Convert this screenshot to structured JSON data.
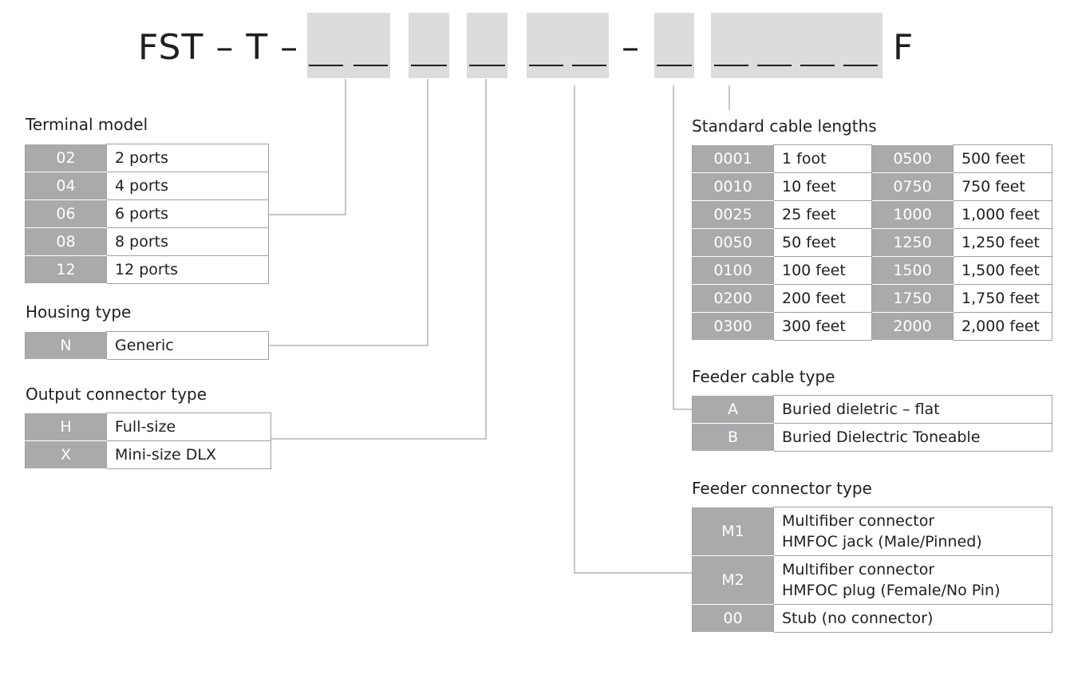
{
  "part_number": {
    "prefix": "FST – T –",
    "separator": "–",
    "suffix": "F"
  },
  "sections": {
    "terminal_model": {
      "title": "Terminal model",
      "rows": [
        {
          "code": "02",
          "desc": "2 ports"
        },
        {
          "code": "04",
          "desc": "4 ports"
        },
        {
          "code": "06",
          "desc": "6 ports"
        },
        {
          "code": "08",
          "desc": "8 ports"
        },
        {
          "code": "12",
          "desc": "12 ports"
        }
      ]
    },
    "housing_type": {
      "title": "Housing type",
      "rows": [
        {
          "code": "N",
          "desc": "Generic"
        }
      ]
    },
    "output_connector_type": {
      "title": "Output connector type",
      "rows": [
        {
          "code": "H",
          "desc": "Full-size"
        },
        {
          "code": "X",
          "desc": "Mini-size DLX"
        }
      ]
    },
    "standard_cable_lengths": {
      "title": "Standard cable lengths",
      "rows": [
        {
          "code1": "0001",
          "desc1": "1 foot",
          "code2": "0500",
          "desc2": "500 feet"
        },
        {
          "code1": "0010",
          "desc1": "10 feet",
          "code2": "0750",
          "desc2": "750 feet"
        },
        {
          "code1": "0025",
          "desc1": "25 feet",
          "code2": "1000",
          "desc2": "1,000 feet"
        },
        {
          "code1": "0050",
          "desc1": "50 feet",
          "code2": "1250",
          "desc2": "1,250 feet"
        },
        {
          "code1": "0100",
          "desc1": "100 feet",
          "code2": "1500",
          "desc2": "1,500 feet"
        },
        {
          "code1": "0200",
          "desc1": "200 feet",
          "code2": "1750",
          "desc2": "1,750 feet"
        },
        {
          "code1": "0300",
          "desc1": "300 feet",
          "code2": "2000",
          "desc2": "2,000 feet"
        }
      ]
    },
    "feeder_cable_type": {
      "title": "Feeder cable type",
      "rows": [
        {
          "code": "A",
          "desc": "Buried dieletric – flat"
        },
        {
          "code": "B",
          "desc": "Buried Dielectric Toneable"
        }
      ]
    },
    "feeder_connector_type": {
      "title": "Feeder connector type",
      "rows": [
        {
          "code": "M1",
          "line1": "Multifiber connector",
          "line2": "HMFOC jack (Male/Pinned)"
        },
        {
          "code": "M2",
          "line1": "Multifiber connector",
          "line2": "HMFOC plug (Female/No Pin)"
        },
        {
          "code": "00",
          "line1": "Stub (no connector)",
          "line2": ""
        }
      ]
    }
  },
  "colors": {
    "code_cell_bg": "#a9aaac",
    "slot_bg": "#dcdcdd",
    "border": "#a0a0a2",
    "connector_line": "#8c8c8c"
  }
}
